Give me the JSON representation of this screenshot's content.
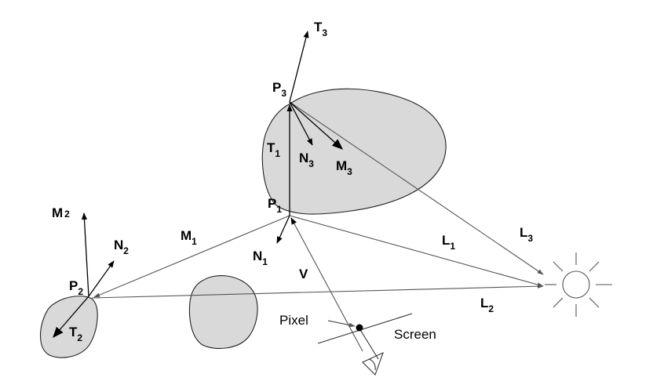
{
  "labels": {
    "P1": {
      "main": "P",
      "sub": "1"
    },
    "P2": {
      "main": "P",
      "sub": "2"
    },
    "P3": {
      "main": "P",
      "sub": "3"
    },
    "T1": {
      "main": "T",
      "sub": "1"
    },
    "T2": {
      "main": "T",
      "sub": "2"
    },
    "T3": {
      "main": "T",
      "sub": "3"
    },
    "N1": {
      "main": "N",
      "sub": "1"
    },
    "N2": {
      "main": "N",
      "sub": "2"
    },
    "N3": {
      "main": "N",
      "sub": "3"
    },
    "M1": {
      "main": "M",
      "sub": "1"
    },
    "M2": {
      "main": "M",
      "sub": "2"
    },
    "M3": {
      "main": "M",
      "sub": "3"
    },
    "L1": {
      "main": "L",
      "sub": "1"
    },
    "L2": {
      "main": "L",
      "sub": "2"
    },
    "L3": {
      "main": "L",
      "sub": "3"
    },
    "V": "V",
    "pixel": "Pixel",
    "screen": "Screen"
  },
  "icons": {
    "light": "light-source-icon",
    "eye": "eye-icon"
  }
}
